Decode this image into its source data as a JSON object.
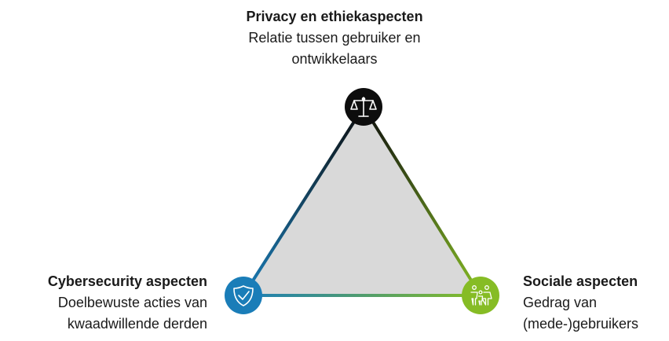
{
  "nodes": {
    "top": {
      "title": "Privacy en ethiekaspecten",
      "description_lines": [
        "Relatie tussen gebruiker en",
        "ontwikkelaars"
      ],
      "icon": "scale-icon",
      "color": "#0d0d0d"
    },
    "left": {
      "title": "Cybersecurity aspecten",
      "description_lines": [
        "Doelbewuste acties van",
        "kwaadwillende derden"
      ],
      "icon": "shield-icon",
      "color": "#1a7db8"
    },
    "right": {
      "title": "Sociale aspecten",
      "description_lines": [
        "Gedrag van",
        "(mede-)gebruikers"
      ],
      "icon": "people-icon",
      "color": "#86bc25"
    }
  },
  "colors": {
    "triangle_fill": "#d9d9d9"
  }
}
